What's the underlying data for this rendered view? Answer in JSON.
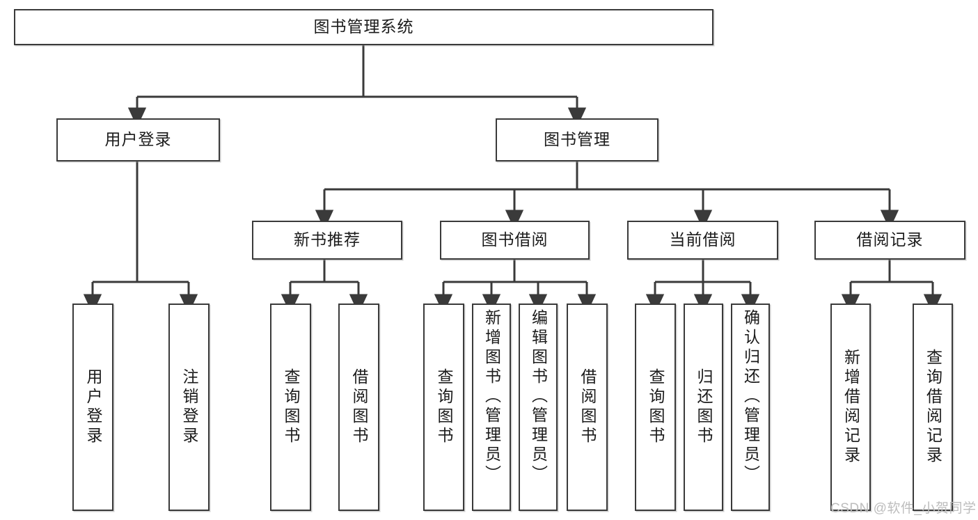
{
  "diagram": {
    "type": "tree-hierarchy",
    "title": "图书管理系统",
    "watermark": "CSDN @软件_小贺同学",
    "colors": {
      "stroke": "#3a3a3a",
      "fill": "#ffffff",
      "text": "#1b1b1b",
      "watermark": "#bdbdbd"
    },
    "nodes": {
      "root": {
        "label": "图书管理系统"
      },
      "level2": [
        {
          "id": "user-login",
          "label": "用户登录"
        },
        {
          "id": "book-management",
          "label": "图书管理"
        }
      ],
      "level3": [
        {
          "id": "new-book-recommend",
          "label": "新书推荐"
        },
        {
          "id": "book-borrow",
          "label": "图书借阅"
        },
        {
          "id": "current-borrow",
          "label": "当前借阅"
        },
        {
          "id": "borrow-record",
          "label": "借阅记录"
        }
      ],
      "leaves": {
        "user_login": [
          {
            "id": "leaf-user-login",
            "label": "用户登录"
          },
          {
            "id": "leaf-logout-login",
            "label": "注销登录"
          }
        ],
        "new_book_recommend": [
          {
            "id": "leaf-query-book-1",
            "label": "查询图书"
          },
          {
            "id": "leaf-borrow-book-1",
            "label": "借阅图书"
          }
        ],
        "book_borrow": [
          {
            "id": "leaf-query-book-2",
            "label": "查询图书"
          },
          {
            "id": "leaf-add-book",
            "label": "新增图书（管理员）"
          },
          {
            "id": "leaf-edit-book",
            "label": "编辑图书（管理员）"
          },
          {
            "id": "leaf-borrow-book-2",
            "label": "借阅图书"
          }
        ],
        "current_borrow": [
          {
            "id": "leaf-query-book-3",
            "label": "查询图书"
          },
          {
            "id": "leaf-return-book",
            "label": "归还图书"
          },
          {
            "id": "leaf-confirm-return",
            "label": "确认归还（管理员）"
          }
        ],
        "borrow_record": [
          {
            "id": "leaf-add-record",
            "label": "新增借阅记录"
          },
          {
            "id": "leaf-query-record",
            "label": "查询借阅记录"
          }
        ]
      }
    }
  }
}
